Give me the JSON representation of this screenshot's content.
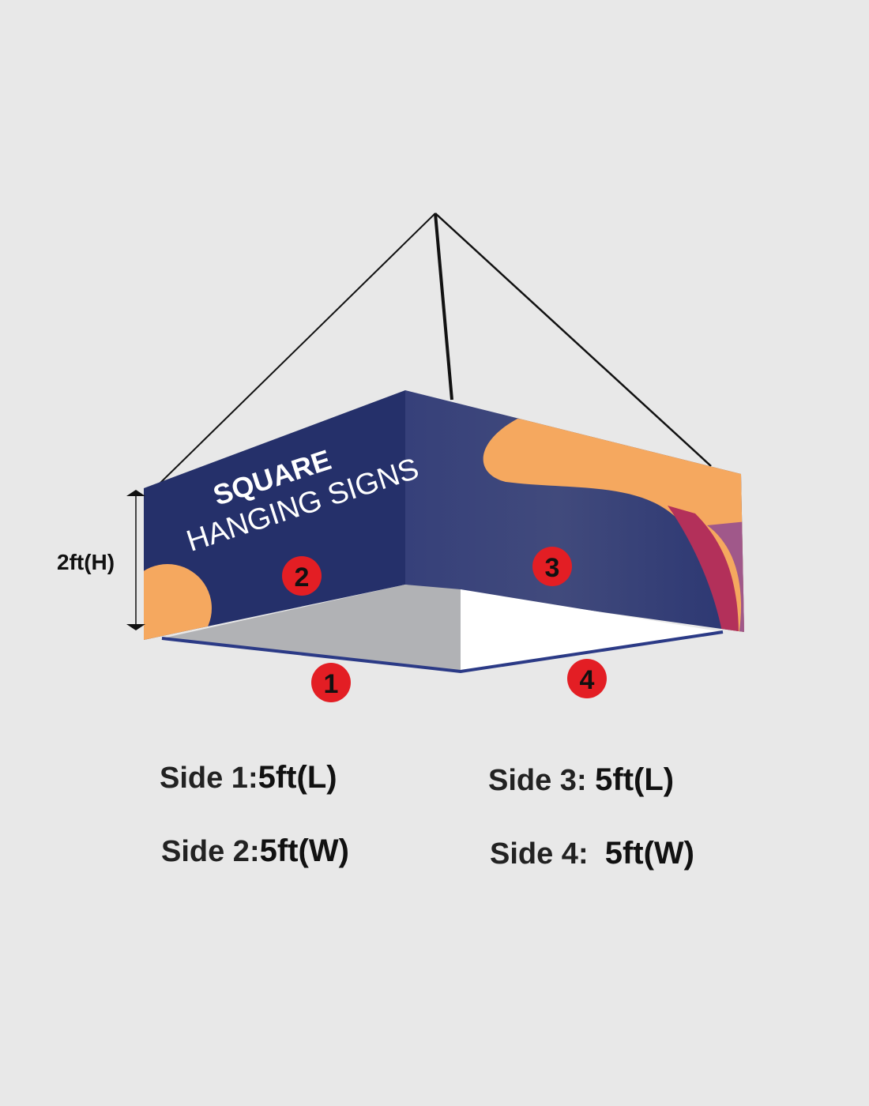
{
  "sign": {
    "title_line1": "SQUARE",
    "title_line2": "HANGING SIGNS",
    "height_label": "2ft(H)",
    "side_badges": [
      "1",
      "2",
      "3",
      "4"
    ]
  },
  "specs": [
    {
      "label": "Side 1:",
      "value": "5ft(L)"
    },
    {
      "label": "Side 2:",
      "value": "5ft(W)"
    },
    {
      "label": "Side 3: ",
      "value": "5ft(L)"
    },
    {
      "label": "Side 4:  ",
      "value": "5ft(W)"
    }
  ],
  "colors": {
    "navy": "#27306a",
    "orange": "#f5a85f",
    "badge": "#e31e24",
    "background": "#e8e8e8"
  }
}
